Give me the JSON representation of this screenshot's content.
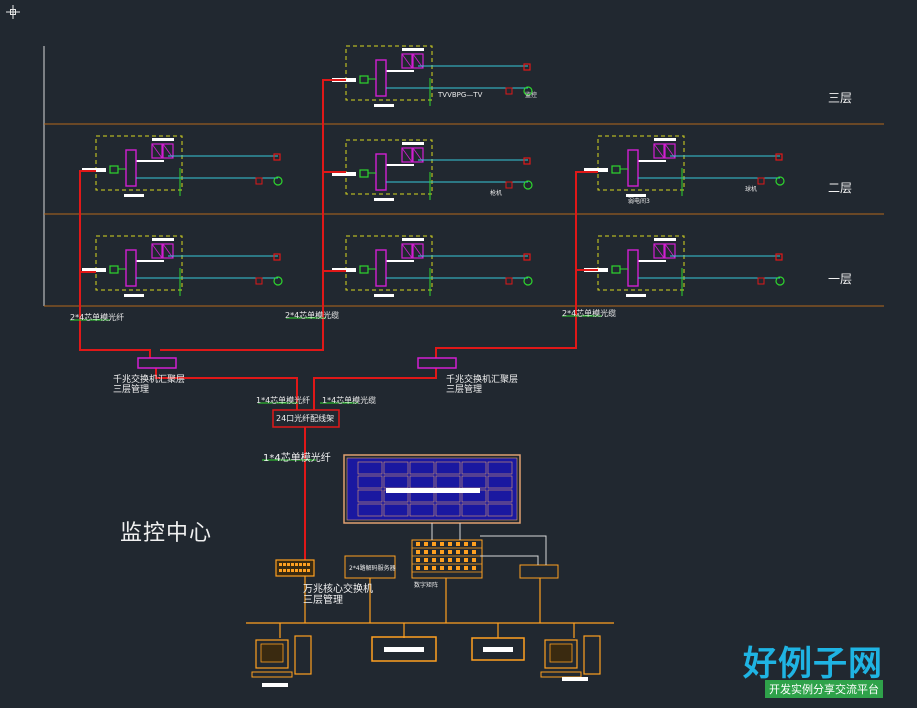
{
  "floors": {
    "f3": "三层",
    "f2": "二层",
    "f1": "一层"
  },
  "cables": {
    "cable_left": "2*4芯单模光纤",
    "cable_mid": "2*4芯单模光缆",
    "cable_right": "2*4芯单模光缆",
    "cable_a": "1*4芯单模光纤",
    "cable_b": "1*4芯单模光缆",
    "cable_main": "1*4芯单模光纤",
    "tvvbpg": "TVVBPG—TV"
  },
  "switches": {
    "left_label": "千兆交换机汇聚层",
    "left_sub": "三层管理",
    "right_label": "千兆交换机汇聚层",
    "right_sub": "三层管理",
    "core_label": "万兆核心交换机",
    "core_sub": "三层管理"
  },
  "center": {
    "title": "监控中心",
    "odf": "24口光纤配线架",
    "storage": "2*4路解码服务器",
    "decoder": "数字矩阵"
  },
  "small_labels": {
    "cam3": "监控",
    "cam2a": "枪机",
    "cam2b": "球机",
    "elev": "弱电间3"
  },
  "colors": {
    "background": "#212830",
    "red_line": "#e01818",
    "floor_line": "#b3671d",
    "cyan_line": "#38c8d8",
    "green_line": "#2ed62e",
    "magenta": "#d21fd2",
    "yellow_box": "#d8d820",
    "orange": "#ffa020",
    "blue_video_wall": "#1a18a0"
  },
  "watermark": {
    "logo": "好例子网",
    "sub": "开发实例分享交流平台"
  }
}
